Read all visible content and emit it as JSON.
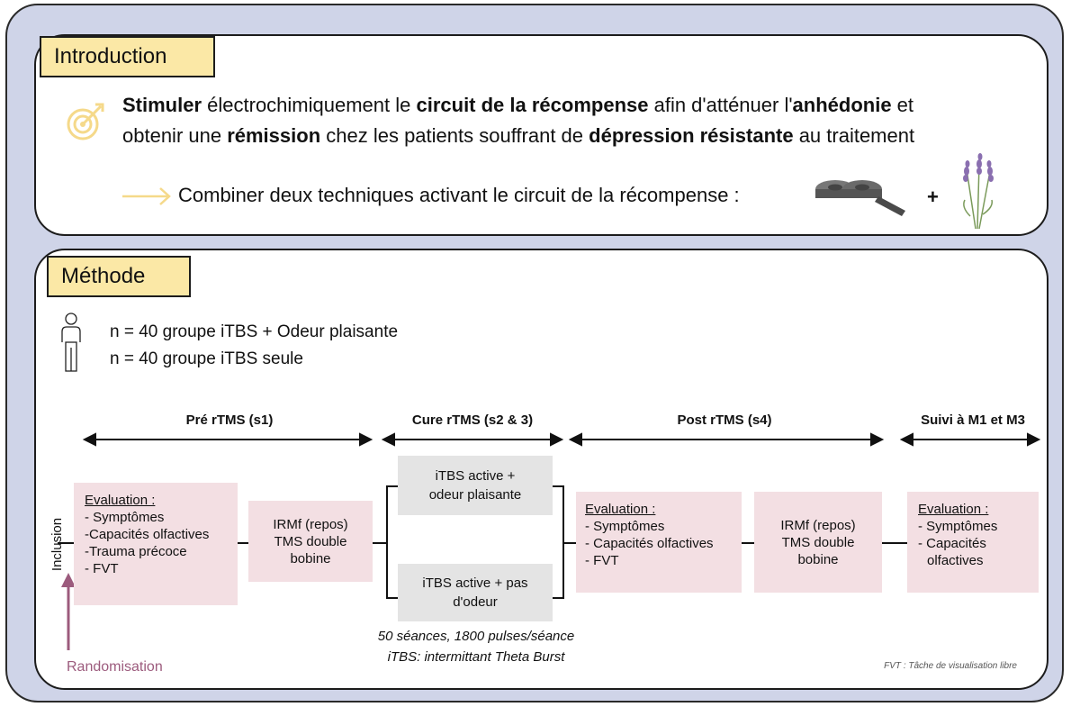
{
  "introduction": {
    "label": "Introduction",
    "line1": [
      {
        "text": "Stimuler",
        "bold": true
      },
      {
        "text": " électrochimiquement le ",
        "bold": false
      },
      {
        "text": "circuit de la récompense",
        "bold": true
      },
      {
        "text": " afin d'atténuer l'",
        "bold": false
      },
      {
        "text": "anhédonie",
        "bold": true
      },
      {
        "text": " et",
        "bold": false
      }
    ],
    "line2": [
      {
        "text": "obtenir une ",
        "bold": false
      },
      {
        "text": "rémission",
        "bold": true
      },
      {
        "text": " chez les patients souffrant de ",
        "bold": false
      },
      {
        "text": "dépression résistante",
        "bold": true
      },
      {
        "text": " au traitement",
        "bold": false
      }
    ],
    "combine_text": "Combiner deux techniques activant le circuit de la récompense :",
    "plus": "+",
    "icons": {
      "target": "target-icon",
      "arrow": "arrow-right-icon",
      "coil": "tms-coil-icon",
      "flower": "lavender-icon"
    }
  },
  "methode": {
    "label": "Méthode",
    "groups": [
      "n = 40 groupe iTBS + Odeur plaisante",
      "n = 40 groupe iTBS seule"
    ],
    "phases": [
      "Pré rTMS (s1)",
      "Cure rTMS (s2 & 3)",
      "Post rTMS (s4)",
      "Suivi à M1 et M3"
    ],
    "eval1": {
      "title": "Evaluation :",
      "items": [
        "- Symptômes",
        "-Capacités olfactives",
        "-Trauma précoce",
        "- FVT"
      ]
    },
    "irmf1": [
      "IRMf (repos)",
      "TMS double",
      "bobine"
    ],
    "cure_top": [
      "iTBS active +",
      "odeur plaisante"
    ],
    "cure_bottom": [
      "iTBS active + pas",
      "d'odeur"
    ],
    "eval2": {
      "title": "Evaluation :",
      "items": [
        "- Symptômes",
        "- Capacités olfactives",
        "- FVT"
      ]
    },
    "irmf2": [
      "IRMf (repos)",
      "TMS double",
      "bobine"
    ],
    "eval3": {
      "title": "Evaluation :",
      "items": [
        "- Symptômes",
        "- Capacités",
        "olfactives"
      ]
    },
    "notes": [
      "50 séances, 1800 pulses/séance",
      "iTBS: intermittant Theta Burst"
    ],
    "inclusion": "Inclusion",
    "randomisation": "Randomisation",
    "footnote": "FVT : Tâche de visualisation libre",
    "colors": {
      "pink": "#f3dfe3",
      "grey": "#e4e4e4",
      "label_bg": "#fbe8a6",
      "background": "#cfd4e8",
      "randomisation": "#9c5b7d",
      "arrow": "#f5d98a"
    }
  }
}
